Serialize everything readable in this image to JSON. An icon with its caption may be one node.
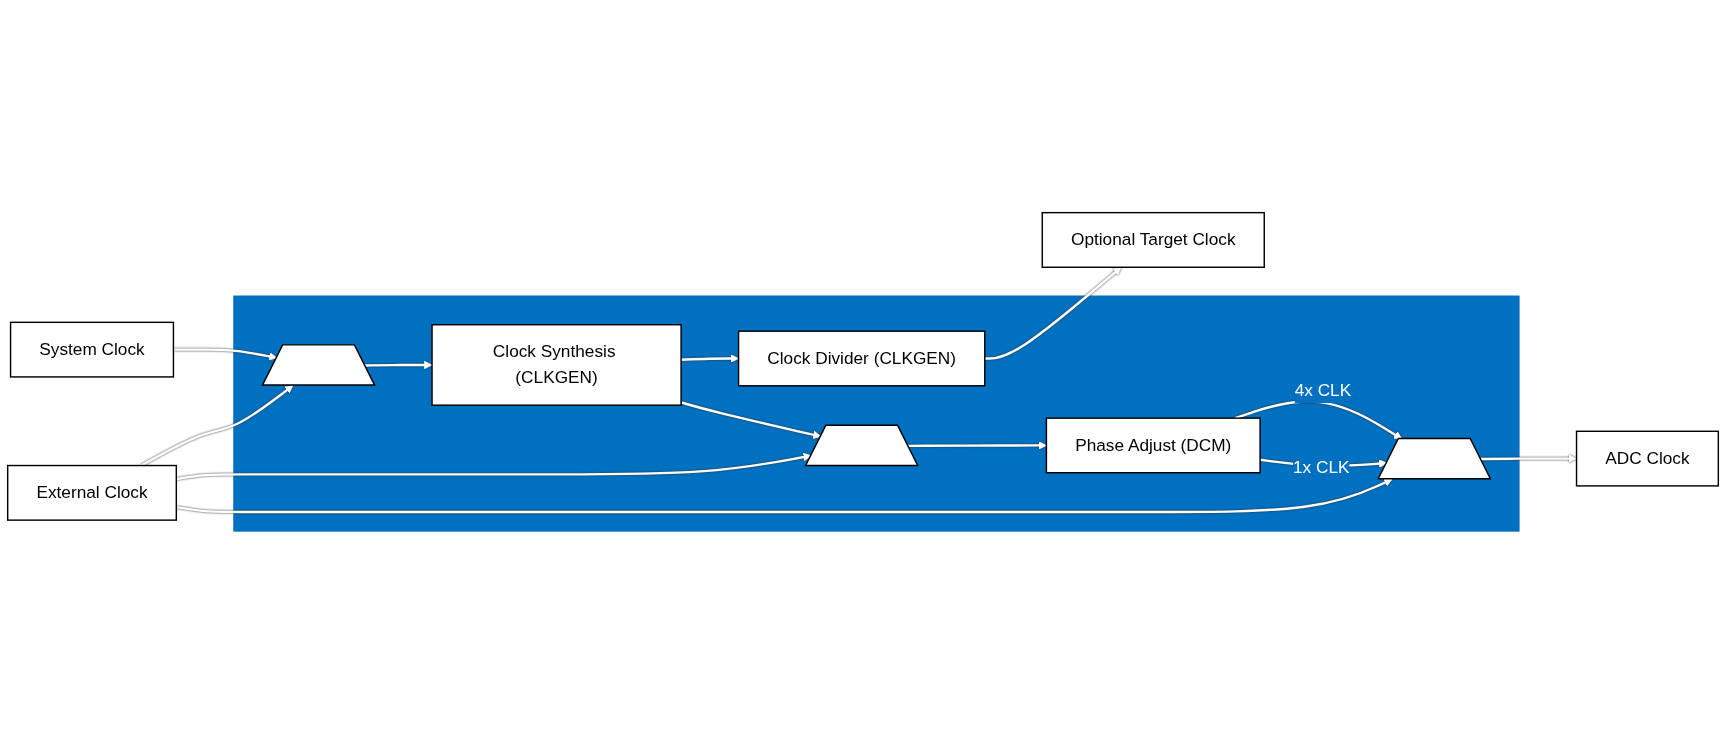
{
  "diagram": {
    "nodes": [
      {
        "text": [],
        "shape": "box"
      },
      {
        "text": [
          "System Clock"
        ]
      },
      {
        "text": [
          "External Clock"
        ]
      },
      {
        "text": [],
        "shape": "trapezoid",
        "in": 0
      },
      {
        "text": [
          "Clock Synthesis (CLKGEN)"
        ],
        "in": 0
      },
      {
        "text": [
          "Clock Divider (CLKGEN)"
        ],
        "in": 0
      },
      {
        "text": [],
        "shape": "trapezoid",
        "in": 0
      },
      {
        "text": [
          "Phase Adjust (DCM)"
        ],
        "in": 0
      },
      {
        "text": [],
        "shape": "trapezoid",
        "in": 0
      },
      {
        "text": [
          "Optional Target Clock"
        ]
      },
      {
        "text": [
          "ADC Clock"
        ]
      }
    ],
    "edges": [
      {
        "from": 1,
        "to": 3,
        "arrow": "to"
      },
      {
        "from": 2,
        "to": 3,
        "arrow": "to"
      },
      {
        "from": 3,
        "to": 4,
        "arrow": "to"
      },
      {
        "from": 4,
        "to": 5,
        "arrow": "to"
      },
      {
        "from": 4,
        "to": 6,
        "arrow": "to"
      },
      {
        "from": 2,
        "to": 6,
        "arrow": "to"
      },
      {
        "from": 6,
        "to": 7,
        "arrow": "to"
      },
      {
        "from": 7,
        "to": 8,
        "arrow": "to",
        "label": "4x CLK"
      },
      {
        "from": 7,
        "to": 8,
        "arrow": "to",
        "label": "1x CLK"
      },
      {
        "from": 2,
        "to": 8,
        "arrow": "to"
      },
      {
        "from": 5,
        "to": 9,
        "arrow": "to"
      },
      {
        "from": 8,
        "to": 10,
        "arrow": "to"
      }
    ]
  }
}
